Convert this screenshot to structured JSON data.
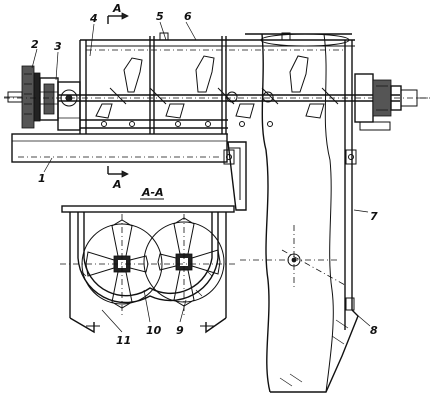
{
  "section_title": "А-А",
  "cut_mark": "А",
  "callouts": [
    "1",
    "2",
    "3",
    "4",
    "5",
    "6",
    "7",
    "8",
    "9",
    "10",
    "11"
  ]
}
